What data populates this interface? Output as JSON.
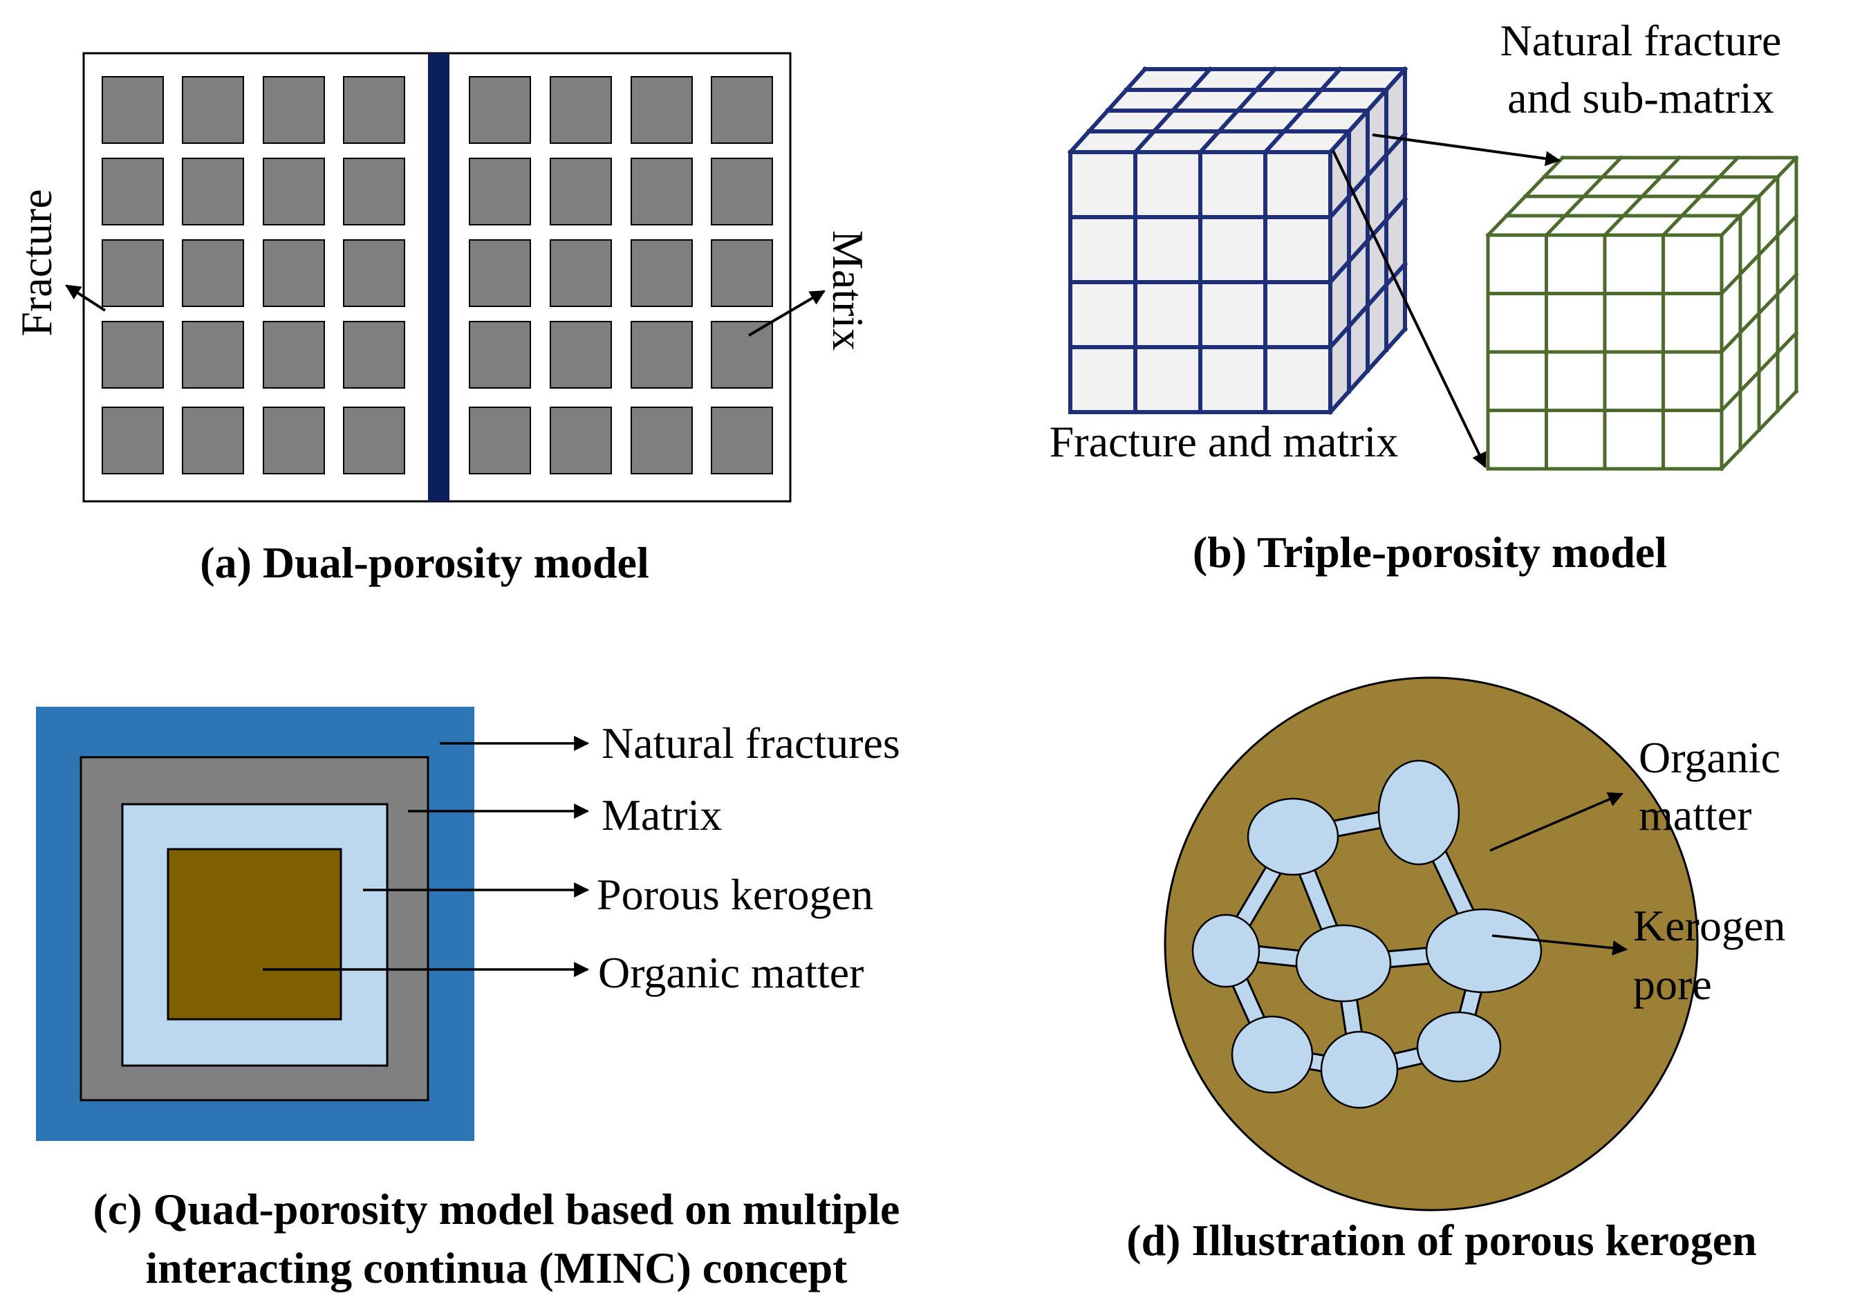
{
  "colors": {
    "matrix_block": "#7f7f7f",
    "fracture_line": "#0b1f5c",
    "cube_blue": "#1f2f7a",
    "cube_face": "#f2f2f2",
    "cube_side": "#d9d9de",
    "cube_green": "#4e6b2e",
    "natural_fractures": "#2e75b6",
    "matrix": "#808080",
    "porous_kerogen": "#bdd7ee",
    "organic_matter_square": "#7f6000",
    "organic_circle": "#9c8035",
    "pore": "#bdd7ee"
  },
  "panel_a": {
    "caption": "(a) Dual-porosity model",
    "label_left": "Fracture",
    "label_right": "Matrix"
  },
  "panel_b": {
    "caption": "(b) Triple-porosity model",
    "label_large_cube": "Fracture and matrix",
    "label_small_cube_line1": "Natural fracture",
    "label_small_cube_line2": "and sub-matrix"
  },
  "panel_c": {
    "caption_line1": "(c) Quad-porosity model based on multiple",
    "caption_line2": "interacting continua (MINC) concept",
    "layers": [
      "Natural fractures",
      "Matrix",
      "Porous kerogen",
      "Organic matter"
    ]
  },
  "panel_d": {
    "caption": "(d) Illustration of porous kerogen",
    "label_organic_line1": "Organic",
    "label_organic_line2": "matter",
    "label_pore_line1": "Kerogen",
    "label_pore_line2": "pore"
  }
}
